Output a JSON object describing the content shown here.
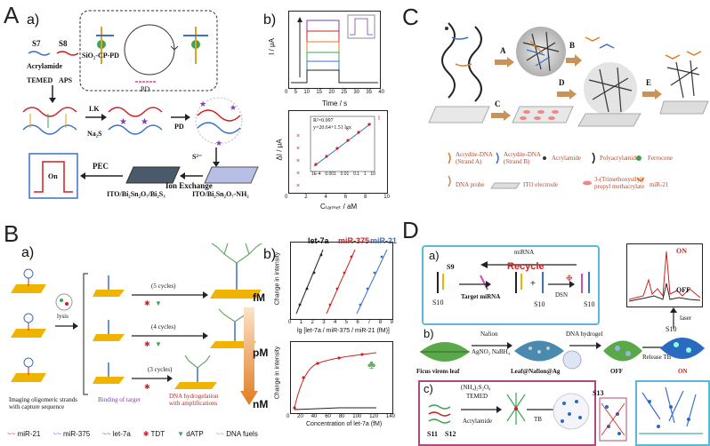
{
  "panel_letters": {
    "A": "A",
    "B": "B",
    "C": "C",
    "D": "D"
  },
  "panelA": {
    "sub_a": "a)",
    "sub_b": "b)",
    "s7": "S7",
    "s8": "S8",
    "acrylamide": "Acrylamide",
    "temed": "TEMED",
    "aps": "APS",
    "sio2": "SiO₂-CP-PD",
    "pd": "PD",
    "lk": "LK",
    "na2s": "Na₂S",
    "pd2": "PD",
    "s2": "S²⁻",
    "ion_exchange": "Ion Exchange",
    "pec": "PEC",
    "ito_bi2s3": "ITO/Bi₂Sn₂O₇/Bi₂S₃",
    "ito_nh2": "ITO/Bi₂Sn₂O₇-NH₂",
    "on": "On",
    "top_xlabel": "Time / s",
    "top_ylabel": "I / μA",
    "bot_xlabel": "Cₜₐᵣₘₑₜ / aM",
    "bot_ylabel": "ΔI / μA",
    "inset_r": "R²=0.997",
    "inset_eq": "y=20.64+1.51 lgx",
    "top_xticks": [
      "0",
      "5",
      "10",
      "15",
      "20",
      "25",
      "30",
      "35",
      "40"
    ],
    "bot_xticks": [
      "0",
      "2",
      "4",
      "6",
      "8",
      "10"
    ],
    "inset_xticks": [
      "1E-4",
      "0.001",
      "0.01",
      "0.1",
      "1",
      "10"
    ]
  },
  "panelB": {
    "sub_a": "a)",
    "sub_b": "b)",
    "lysis": "lysis",
    "cycles5": "(5 cycles)",
    "cycles4": "(4 cycles)",
    "cycles3": "(3 cycles)",
    "fm": "fM",
    "pm": "pM",
    "nm": "nM",
    "imaging": "Imaging oligomeric strands with capture sequence",
    "binding": "Binding of target",
    "dna_hydro": "DNA hydrogelation with amplifications",
    "let7a": "let-7a",
    "mir375": "miR-375",
    "mir21": "miR-21",
    "top_xlabel": "lg [let-7a / miR-375 / miR-21 (fM)]",
    "top_ylabel": "Change in intensity",
    "bot_xlabel": "Concentration of let-7a (fM)",
    "bot_ylabel": "Change in intensity",
    "top_xticks": [
      "0",
      "1",
      "2",
      "3",
      "4",
      "5",
      "6",
      "7",
      "8",
      "9"
    ],
    "bot_xticks": [
      "0",
      "20",
      "40",
      "60",
      "80",
      "100",
      "120",
      "140"
    ],
    "legend": [
      "miR-21",
      "miR-375",
      "let-7a",
      "TDT",
      "dATP",
      "DNA fuels"
    ]
  },
  "panelC": {
    "A": "A",
    "B": "B",
    "C": "C",
    "D": "D",
    "E": "E",
    "legend": [
      "Acrydite-DNA (Strand A)",
      "Acrydite-DNA (Strand B)",
      "Acrylamide",
      "Polyacrylamide",
      "Ferrocene",
      "DNA probe",
      "ITO electrode",
      "3-(Trimethoxysilyl) propyl methacrylate",
      "miR-21"
    ]
  },
  "panelD": {
    "sub_a": "a)",
    "sub_b": "b)",
    "sub_c": "c)",
    "mirna": "miRNA",
    "recycle": "Recycle",
    "s9": "S9",
    "s10a": "S10",
    "s10b": "S10",
    "s10c": "S10",
    "s10d": "S10",
    "target_mirna": "Target miRNA",
    "dsn": "DSN",
    "on": "ON",
    "off": "OFF",
    "laser": "laser",
    "nafion": "Nafion",
    "agno3": "AgNO₃ NaBH₄",
    "dna_hydrogel": "DNA hydrogel",
    "leaf": "Ficus virens leaf",
    "leaf_ag": "Leaf@Nafion@Ag",
    "off2": "OFF",
    "release": "Release TB",
    "on2": "ON",
    "nh4": "(NH₄)₂S₂O₈",
    "temed": "TEMED",
    "acrylamide": "Acrylamide",
    "tb": "TB",
    "s11": "S11",
    "s12": "S12",
    "s13": "S13"
  }
}
